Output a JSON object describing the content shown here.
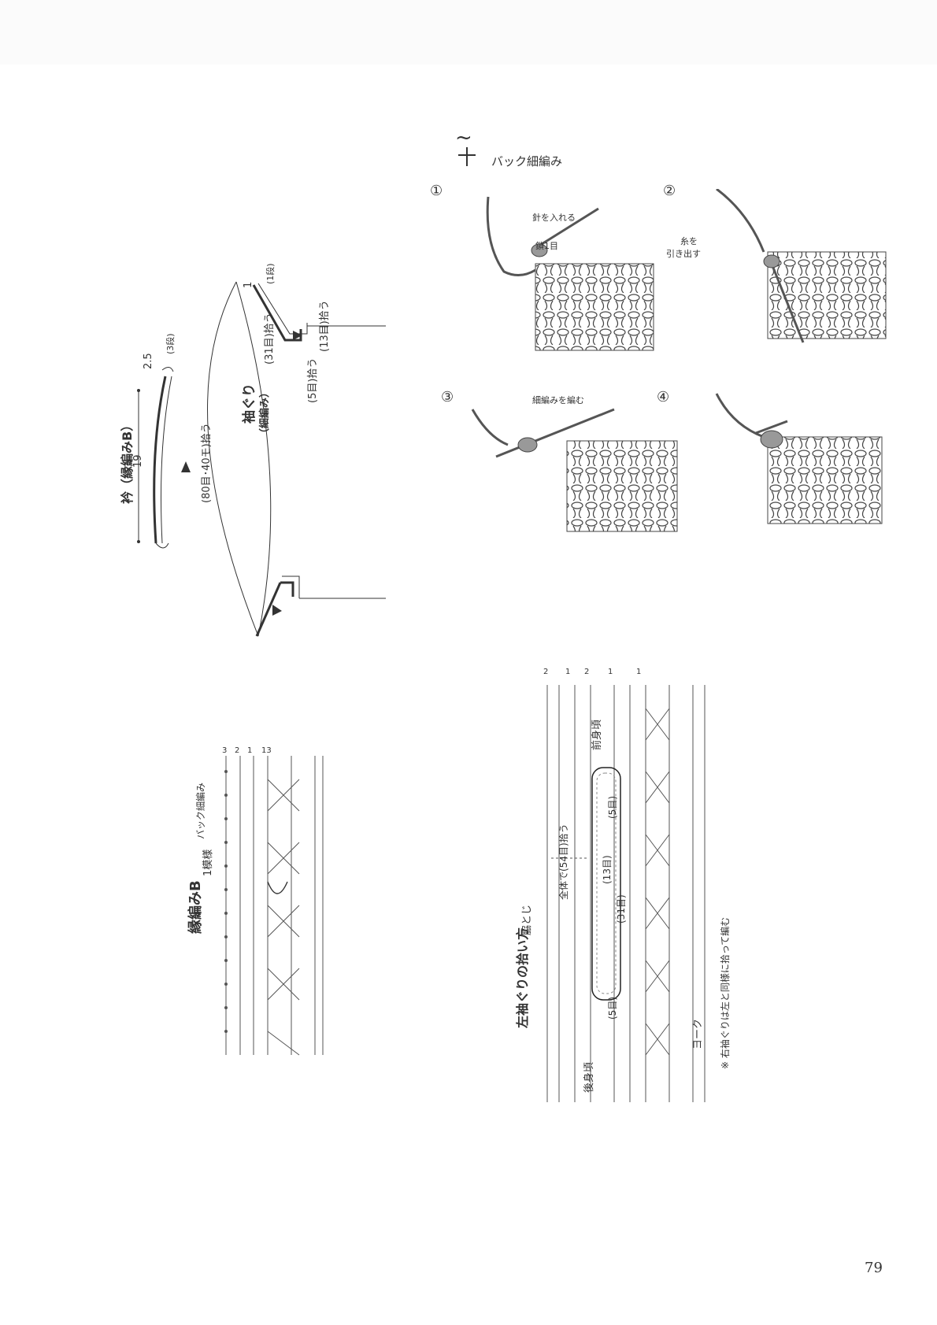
{
  "page_number": "79",
  "collar_diagram": {
    "collar_title": "衿（縁編みB）",
    "collar_length": "19",
    "collar_pickup": "(80目･40モ)拾う",
    "collar_rows": "2.5",
    "collar_rows_unit": "(3段)",
    "armhole_title": "袖ぐり",
    "armhole_subtitle": "（細編み）",
    "armhole_row_top": "1",
    "armhole_row_unit": "(1段)",
    "pickup_31": "(31目)拾う",
    "pickup_13": "(13目)拾う",
    "pickup_5": "(5目)拾う"
  },
  "back_sc": {
    "symbol": "~",
    "title": "バック細編み",
    "steps": [
      {
        "num": "①",
        "notes": [
          "針を入れる",
          "鎖1目"
        ]
      },
      {
        "num": "②",
        "notes": [
          "糸を",
          "引き出す"
        ]
      },
      {
        "num": "③",
        "notes": [
          "細編みを編む"
        ]
      },
      {
        "num": "④",
        "notes": []
      }
    ]
  },
  "edging_b": {
    "title": "縁編みB",
    "repeat_label": "1模様",
    "back_sc_label": "バック細編み",
    "row_labels": [
      "3",
      "2",
      "1",
      "13"
    ]
  },
  "armhole_pickup": {
    "title": "左袖ぐりの拾い方",
    "side_seam": "脇とじ",
    "total_pickup": "全体で(54目)拾う",
    "count_13": "(13目)",
    "count_31": "(31目)",
    "count_5_top": "(5目)",
    "count_5_bottom": "(5目)",
    "front_body": "前身頃",
    "back_body": "後身頃",
    "yoke": "ヨーク",
    "note": "※ 右袖ぐりは左と同様に拾って編む",
    "row_labels": [
      "2",
      "1",
      "2",
      "1",
      "1"
    ]
  }
}
